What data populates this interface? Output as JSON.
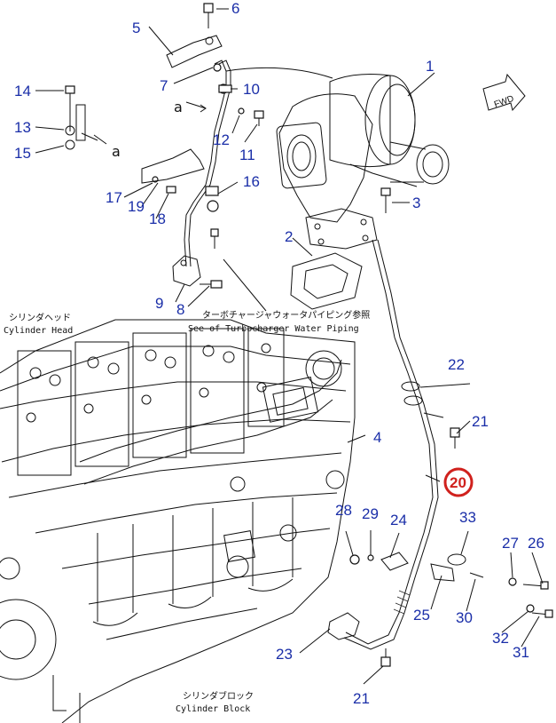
{
  "labels": {
    "n1": "1",
    "n2": "2",
    "n3": "3",
    "n4": "4",
    "n5": "5",
    "n6": "6",
    "n7": "7",
    "n8": "8",
    "n9": "9",
    "n10": "10",
    "n11": "11",
    "n12": "12",
    "n13": "13",
    "n14": "14",
    "n15": "15",
    "n16": "16",
    "n17": "17",
    "n18": "18",
    "n19": "19",
    "n20": "20",
    "n21a": "21",
    "n21b": "21",
    "n22": "22",
    "n23": "23",
    "n24": "24",
    "n25": "25",
    "n26": "26",
    "n27": "27",
    "n28": "28",
    "n29": "29",
    "n30": "30",
    "n31": "31",
    "n32": "32",
    "n33": "33",
    "a1": "a",
    "a2": "a"
  },
  "notes": {
    "cylinder_head_jp": "シリンダヘッド",
    "cylinder_head_en": "Cylinder Head",
    "turbo_ref_jp": "ターボチャージャウォータパイピング参照",
    "turbo_ref_en": "See of Turbocharger Water Piping",
    "cylinder_block_jp": "シリンダブロック",
    "cylinder_block_en": "Cylinder Block",
    "fwd": "FWD"
  },
  "colors": {
    "callout": "#1a2ea8",
    "highlight": "#d0211d",
    "line": "#111111"
  }
}
